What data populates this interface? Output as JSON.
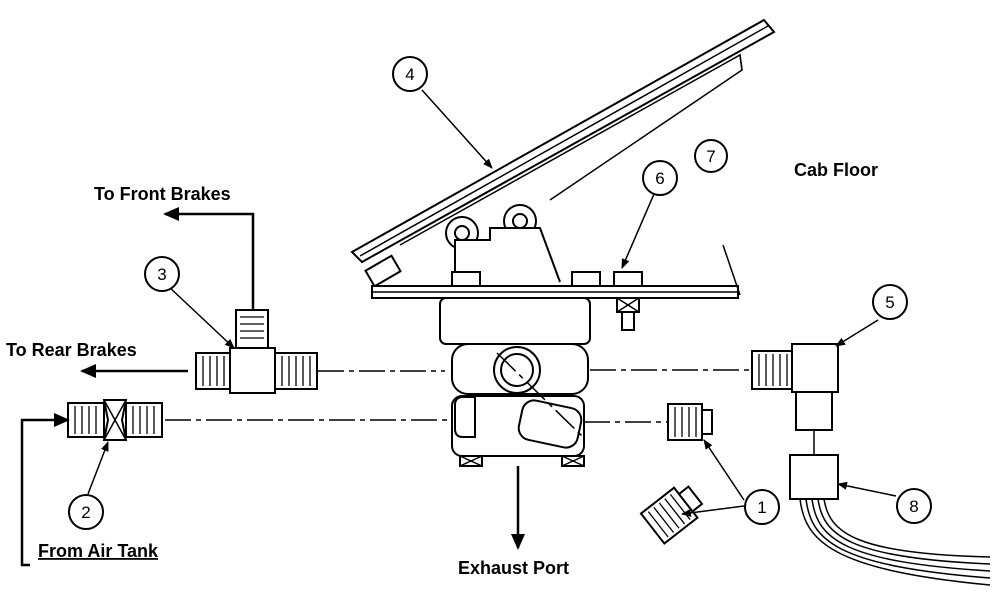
{
  "labels": {
    "to_front_brakes": "To Front Brakes",
    "to_rear_brakes": "To  Rear Brakes",
    "from_air_tank": "From Air Tank",
    "cab_floor": "Cab Floor",
    "exhaust_port": "Exhaust Port"
  },
  "callouts": [
    "1",
    "2",
    "3",
    "4",
    "5",
    "6",
    "7",
    "8"
  ]
}
